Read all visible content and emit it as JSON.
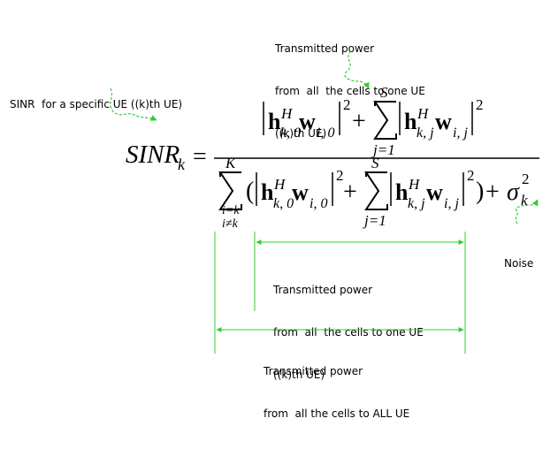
{
  "annotations": {
    "top_right": {
      "line1": "Transmitted power",
      "line2": "from  all  the cells to one UE",
      "line3": "((k)th UE)"
    },
    "left": {
      "line1": "SINR  for a specific UE ((k)th UE)"
    },
    "noise": {
      "line1": "Noise"
    },
    "middle": {
      "line1": "Transmitted power",
      "line2": "from  all  the cells to one UE",
      "line3": "((k)th UE)"
    },
    "bottom": {
      "line1": "Transmitted power",
      "line2": "from  all the cells to ALL UE"
    }
  },
  "formula": {
    "lhs": "SINR",
    "lhs_sub": "k",
    "equals": "=",
    "num_sum_upper": "S",
    "num_sum_lower": "j=1",
    "den_sum_upper": "K",
    "den_sum_lower1": "i=k",
    "den_sum_lower2": "i≠k",
    "inner_sum_upper": "S",
    "inner_sum_lower": "j=1",
    "h": "h",
    "H": "H",
    "w": "w",
    "sub_k0": "k, 0",
    "sub_kj": "k, j",
    "sub_i0": "i, 0",
    "sub_ij": "i, j",
    "sq": "2",
    "plus": "+",
    "lparen": "(",
    "rparen": ")",
    "sigma": "σ",
    "sigma_sub": "k",
    "sigma_sup": "2"
  },
  "colors": {
    "annotation": "#33cc33",
    "text": "#000000"
  }
}
